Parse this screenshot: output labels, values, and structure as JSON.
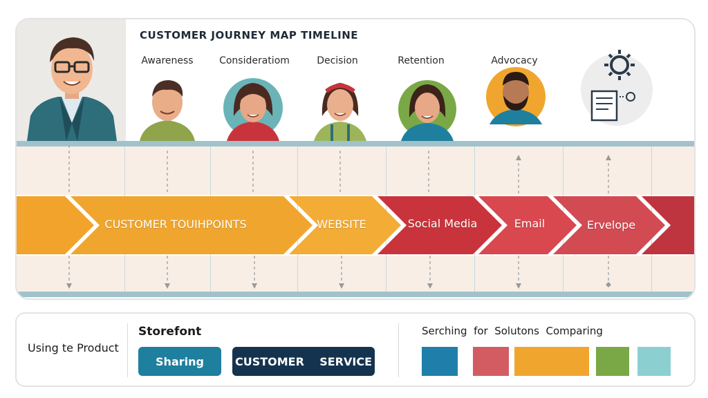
{
  "title": "CUSTOMER JOURNEY MAP TIMELINE",
  "stages": [
    {
      "label": "Awareness"
    },
    {
      "label": "Consideratiom"
    },
    {
      "label": "Decision"
    },
    {
      "label": "Retention"
    },
    {
      "label": "Advocacy"
    }
  ],
  "touchpoints": [
    {
      "label": "CUSTOMER  TOUIHPOINTS",
      "color": "#f0a62e"
    },
    {
      "label": "WEBSITE",
      "color": "#f0a62e"
    },
    {
      "label": "Social Media",
      "color": "#c9343c"
    },
    {
      "label": "Email",
      "color": "#d9474f"
    },
    {
      "label": "Ervelope",
      "color": "#d9474f"
    }
  ],
  "bottom": {
    "left_text": "Using  te  Product",
    "storefront_label": "Storefont",
    "buttons": [
      {
        "label": "Sharing",
        "color": "#1f7f9e"
      },
      {
        "label": "CUSTOMER    SERVICE",
        "color": "#14334f"
      }
    ],
    "right_text": "Serching  for  Solutons  Comparing",
    "swatches": [
      "#1f7faa",
      "#d35c63",
      "#f0a62e",
      "#f0a62e",
      "#7aa846",
      "#8ccfd1"
    ]
  },
  "colors": {
    "orange": "#f0a62e",
    "red": "#c9343c",
    "teal_rail": "#9fc2cb",
    "band": "#f8eee6"
  }
}
